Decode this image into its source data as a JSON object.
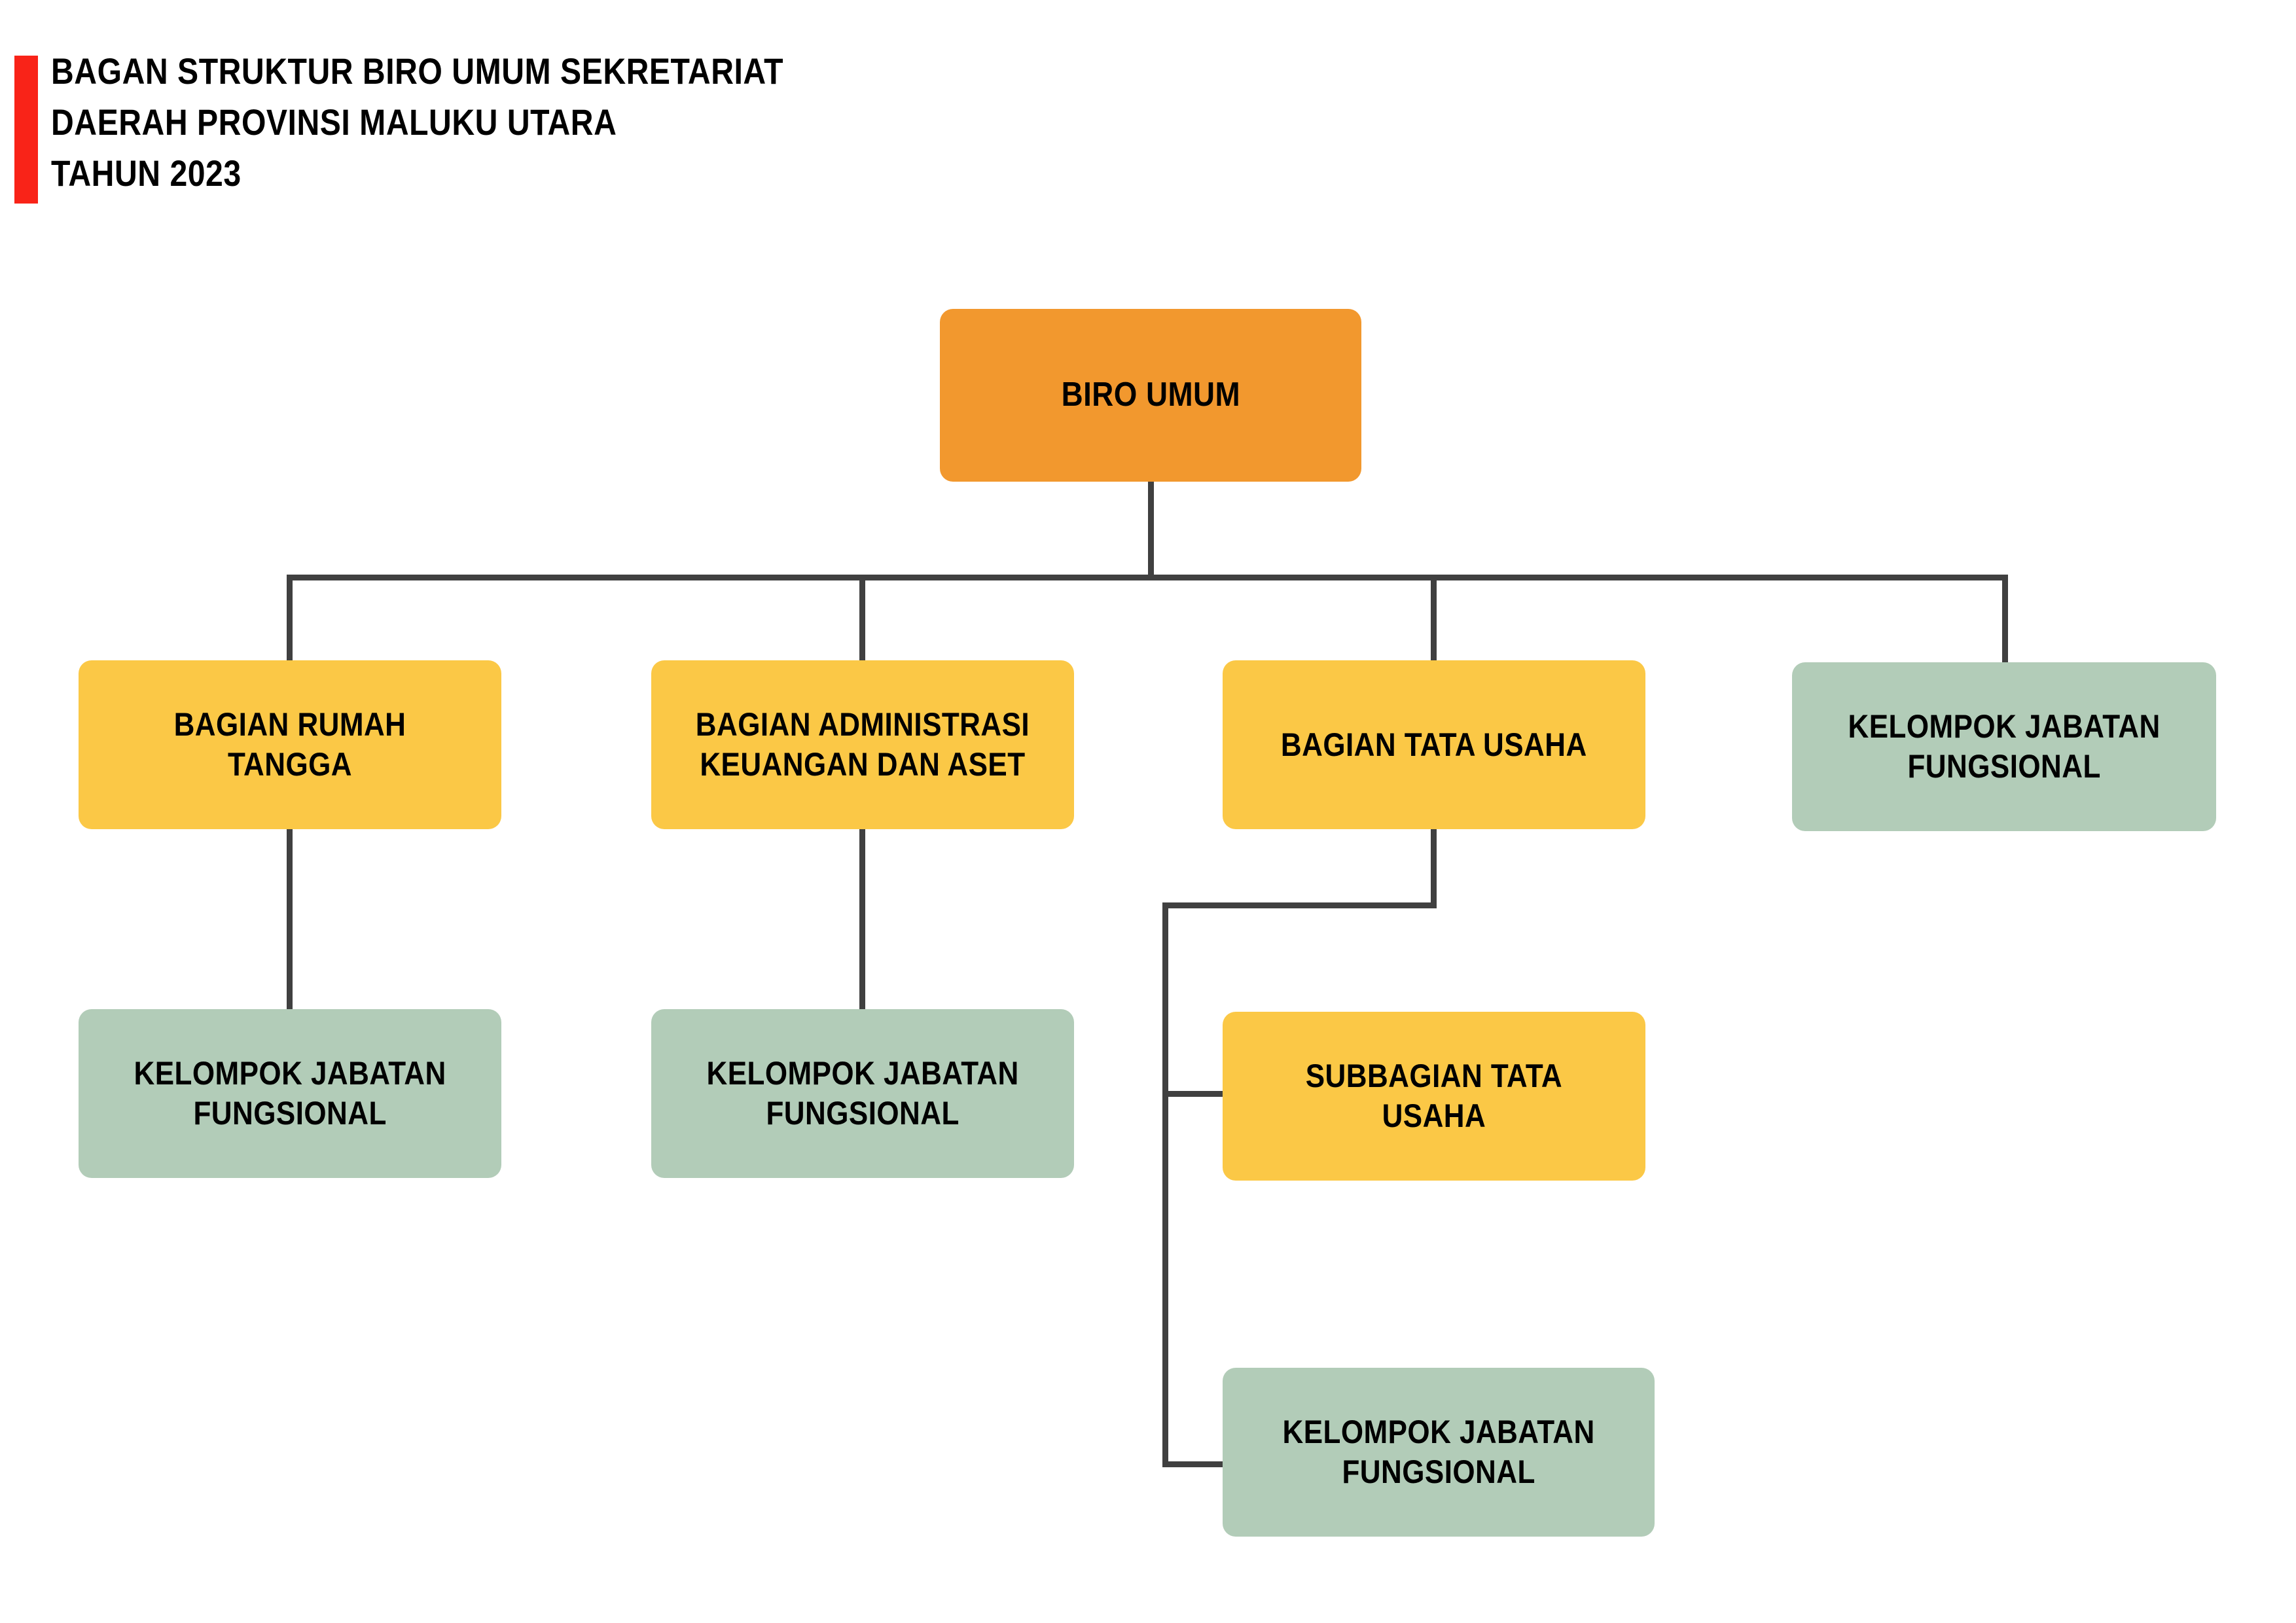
{
  "title": {
    "line1": "BAGAN STRUKTUR BIRO UMUM SEKRETARIAT",
    "line2": "DAERAH PROVINSI MALUKU UTARA",
    "line3": "TAHUN 2023",
    "accent_color": "#F92318"
  },
  "colors": {
    "root_orange": "#F2982E",
    "division_yellow": "#FBC846",
    "functional_green": "#B2CCB8",
    "connector_gray": "#404040",
    "text_black": "#000000",
    "background": "#FFFFFF"
  },
  "chart_data": {
    "type": "diagram",
    "diagram_type": "organization-chart",
    "orientation": "top-down",
    "title": "BAGAN STRUKTUR BIRO UMUM SEKRETARIAT DAERAH PROVINSI MALUKU UTARA TAHUN 2023",
    "nodes": [
      {
        "id": "biro-umum",
        "label": "BIRO UMUM",
        "level": 0,
        "color": "#F2982E",
        "shape": "rounded-rect"
      },
      {
        "id": "bagian-rumah-tangga",
        "label": "BAGIAN RUMAH TANGGA",
        "level": 1,
        "color": "#FBC846",
        "shape": "rounded-rect"
      },
      {
        "id": "bagian-adm-keuangan",
        "label": "BAGIAN ADMINISTRASI\nKEUANGAN DAN ASET",
        "level": 1,
        "color": "#FBC846",
        "shape": "rounded-rect"
      },
      {
        "id": "bagian-tata-usaha",
        "label": "BAGIAN TATA USAHA",
        "level": 1,
        "color": "#FBC846",
        "shape": "rounded-rect"
      },
      {
        "id": "kjf-biro",
        "label": "KELOMPOK JABATAN\nFUNGSIONAL",
        "level": 1,
        "color": "#B2CCB8",
        "shape": "rounded-rect"
      },
      {
        "id": "kjf-rumah-tangga",
        "label": "KELOMPOK JABATAN\nFUNGSIONAL",
        "level": 2,
        "color": "#B2CCB8",
        "shape": "rounded-rect"
      },
      {
        "id": "kjf-adm-keuangan",
        "label": "KELOMPOK JABATAN\nFUNGSIONAL",
        "level": 2,
        "color": "#B2CCB8",
        "shape": "rounded-rect"
      },
      {
        "id": "subbagian-tata-usaha",
        "label": "SUBBAGIAN TATA\nUSAHA",
        "level": 2,
        "color": "#FBC846",
        "shape": "rounded-rect"
      },
      {
        "id": "kjf-tata-usaha",
        "label": "KELOMPOK JABATAN\nFUNGSIONAL",
        "level": 2,
        "color": "#B2CCB8",
        "shape": "rounded-rect"
      }
    ],
    "edges": [
      {
        "from": "biro-umum",
        "to": "bagian-rumah-tangga"
      },
      {
        "from": "biro-umum",
        "to": "bagian-adm-keuangan"
      },
      {
        "from": "biro-umum",
        "to": "bagian-tata-usaha"
      },
      {
        "from": "biro-umum",
        "to": "kjf-biro"
      },
      {
        "from": "bagian-rumah-tangga",
        "to": "kjf-rumah-tangga"
      },
      {
        "from": "bagian-adm-keuangan",
        "to": "kjf-adm-keuangan"
      },
      {
        "from": "bagian-tata-usaha",
        "to": "subbagian-tata-usaha"
      },
      {
        "from": "bagian-tata-usaha",
        "to": "kjf-tata-usaha"
      }
    ]
  },
  "nodes": {
    "root": {
      "label": "BIRO UMUM"
    },
    "rumah_tangga": {
      "label": "BAGIAN RUMAH TANGGA"
    },
    "adm_keuangan": {
      "label": "BAGIAN ADMINISTRASI\nKEUANGAN DAN ASET"
    },
    "tata_usaha": {
      "label": "BAGIAN TATA USAHA"
    },
    "kjf_biro": {
      "label": "KELOMPOK JABATAN\nFUNGSIONAL"
    },
    "kjf_rumah": {
      "label": "KELOMPOK JABATAN\nFUNGSIONAL"
    },
    "kjf_keuangan": {
      "label": "KELOMPOK JABATAN\nFUNGSIONAL"
    },
    "subbag_tu": {
      "label": "SUBBAGIAN TATA\nUSAHA"
    },
    "kjf_tu": {
      "label": "KELOMPOK JABATAN\nFUNGSIONAL"
    }
  }
}
